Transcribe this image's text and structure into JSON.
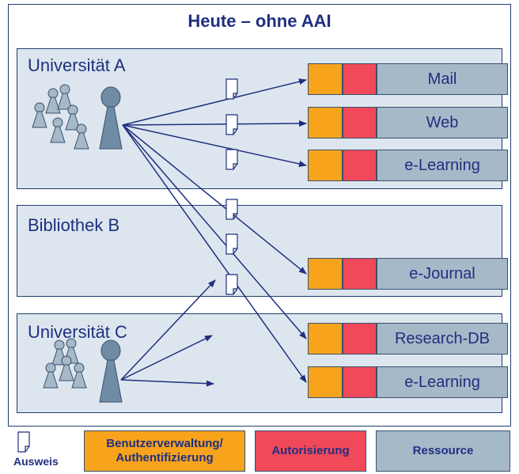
{
  "title": "Heute – ohne AAI",
  "sections": [
    {
      "label": "Universität A"
    },
    {
      "label": "Bibliothek B"
    },
    {
      "label": "Universität C"
    }
  ],
  "resources": [
    {
      "label": "Mail"
    },
    {
      "label": "Web"
    },
    {
      "label": "e-Learning"
    },
    {
      "label": "e-Journal"
    },
    {
      "label": "Research-DB"
    },
    {
      "label": "e-Learning"
    }
  ],
  "legend": {
    "ausweis": "Ausweis",
    "benutzer": "Benutzerverwaltung/ Authentifizierung",
    "autorisierung": "Autorisierung",
    "ressource": "Ressource"
  },
  "colors": {
    "orange": "#f7a31c",
    "red": "#f2495a",
    "resource": "#a6b9c8",
    "section": "#dde6ee",
    "navy": "#1f2f80"
  }
}
